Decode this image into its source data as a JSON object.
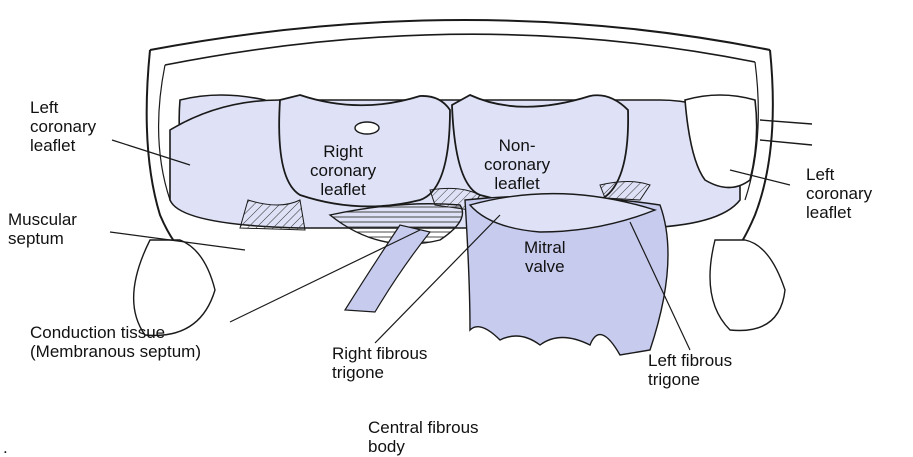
{
  "labels": {
    "left_coronary_left": "Left\ncoronary\nleaflet",
    "muscular_septum": "Muscular\nseptum",
    "right_coronary": "Right\ncoronary\nleaflet",
    "non_coronary": "Non-\ncoronary\nleaflet",
    "left_coronary_right": "Left\ncoronary\nleaflet",
    "mitral_valve": "Mitral\nvalve",
    "conduction_tissue": "Conduction tissue\n(Membranous septum)",
    "right_fibrous_trigone": "Right fibrous\ntrigone",
    "left_fibrous_trigone": "Left fibrous\ntrigone",
    "central_fibrous_body": "Central fibrous\nbody",
    "corner_mark": "."
  },
  "colors": {
    "leaflet_fill": "#dfe2f6",
    "tissue_fill": "#c7cbee",
    "outline": "#1a1a1a"
  }
}
